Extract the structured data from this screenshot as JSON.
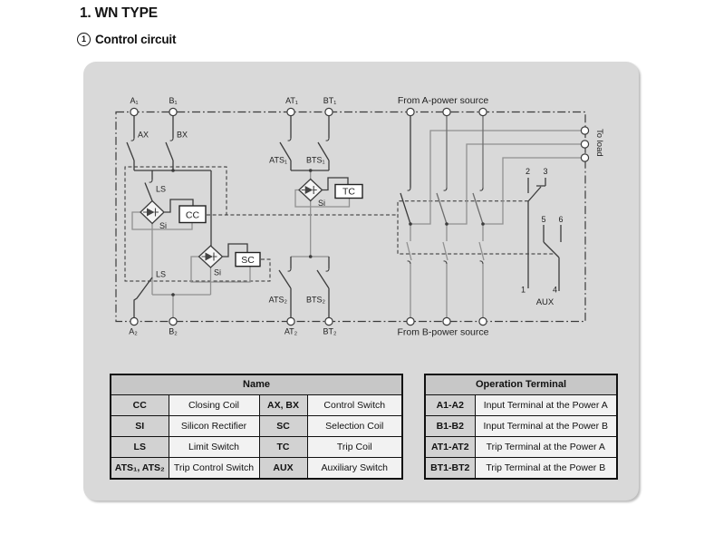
{
  "page": {
    "title": "1. WN TYPE",
    "section_marker": "1",
    "section_title": "Control circuit"
  },
  "diagram": {
    "labels": {
      "a1": "A₁",
      "b1": "B₁",
      "at1": "AT₁",
      "bt1": "BT₁",
      "a2": "A₂",
      "b2": "B₂",
      "at2": "AT₂",
      "bt2": "BT₂",
      "from_a": "From A-power source",
      "from_b": "From B-power source",
      "to_load": "To load",
      "ax": "AX",
      "bx": "BX",
      "ls_upper": "LS",
      "ls_lower": "LS",
      "si_cc": "Si",
      "si_sc": "Si",
      "si_tc": "Si",
      "cc": "CC",
      "sc": "SC",
      "tc": "TC",
      "ats1": "ATS₁",
      "bts1": "BTS₁",
      "ats2": "ATS₂",
      "bts2": "BTS₂",
      "aux": "AUX",
      "n1": "1",
      "n2": "2",
      "n3": "3",
      "n4": "4",
      "n5": "5",
      "n6": "6"
    }
  },
  "name_table": {
    "header": "Name",
    "rows": [
      [
        "CC",
        "Closing Coil",
        "AX, BX",
        "Control Switch"
      ],
      [
        "SI",
        "Silicon Rectifier",
        "SC",
        "Selection Coil"
      ],
      [
        "LS",
        "Limit Switch",
        "TC",
        "Trip Coil"
      ],
      [
        "ATS₁, ATS₂",
        "Trip Control Switch",
        "AUX",
        "Auxiliary Switch"
      ]
    ]
  },
  "terminal_table": {
    "header": "Operation Terminal",
    "rows": [
      [
        "A1-A2",
        "Input Terminal at the Power A"
      ],
      [
        "B1-B2",
        "Input Terminal at the Power B"
      ],
      [
        "AT1-AT2",
        "Trip Terminal at the Power A"
      ],
      [
        "BT1-BT2",
        "Trip Terminal at the Power B"
      ]
    ]
  },
  "colors": {
    "panel_bg": "#d9d9d9",
    "wire_black": "#3c3c3c",
    "wire_gray": "#909090",
    "table_header_bg": "#c7c7c7",
    "table_abbr_bg": "#d2d2d2",
    "table_desc_bg": "#f2f2f2"
  }
}
